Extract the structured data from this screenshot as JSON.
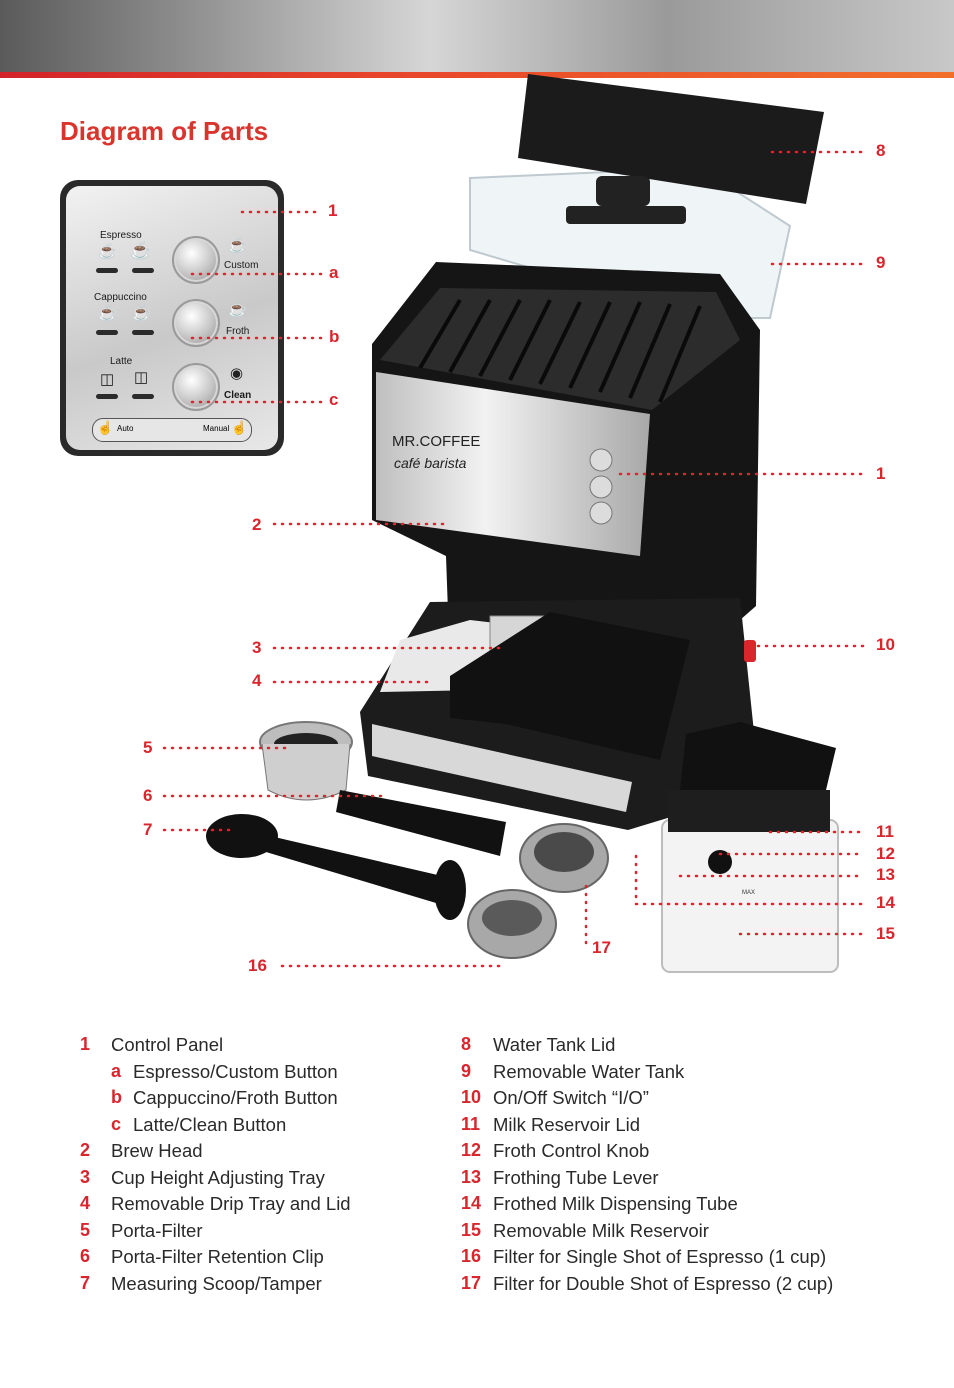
{
  "header": {
    "title": "Diagram of Parts"
  },
  "panel": {
    "brand": "MR.COFFEE",
    "brand_sub": "café barista",
    "row1_label": "Espresso",
    "row2_label": "Cappuccino",
    "row3_label": "Latte",
    "knob1_label": "Custom",
    "knob2_label": "Froth",
    "knob3_label": "Clean",
    "auto_label": "Auto",
    "manual_label": "Manual"
  },
  "callouts": {
    "c1a": "1",
    "ca": "a",
    "cb": "b",
    "cc": "c",
    "c1b": "1",
    "c2": "2",
    "c3": "3",
    "c4": "4",
    "c5": "5",
    "c6": "6",
    "c7": "7",
    "c8": "8",
    "c9": "9",
    "c10": "10",
    "c11": "11",
    "c12": "12",
    "c13": "13",
    "c14": "14",
    "c15": "15",
    "c16": "16",
    "c17": "17"
  },
  "milk": {
    "max_label": "MAX"
  },
  "legend_left": [
    {
      "n": "1",
      "text": "Control Panel"
    },
    {
      "n": "a",
      "text": "Espresso/Custom Button"
    },
    {
      "n": "b",
      "text": "Cappuccino/Froth Button"
    },
    {
      "n": "c",
      "text": "Latte/Clean Button"
    },
    {
      "n": "2",
      "text": "Brew Head"
    },
    {
      "n": "3",
      "text": "Cup Height Adjusting Tray"
    },
    {
      "n": "4",
      "text": "Removable Drip Tray and Lid"
    },
    {
      "n": "5",
      "text": "Porta-Filter"
    },
    {
      "n": "6",
      "text": "Porta-Filter Retention Clip"
    },
    {
      "n": "7",
      "text": "Measuring Scoop/Tamper"
    }
  ],
  "legend_right": [
    {
      "n": "8",
      "text": "Water Tank Lid"
    },
    {
      "n": "9",
      "text": "Removable Water Tank"
    },
    {
      "n": "10",
      "text": "On/Off Switch “I/O”"
    },
    {
      "n": "11",
      "text": "Milk Reservoir Lid"
    },
    {
      "n": "12",
      "text": "Froth Control Knob"
    },
    {
      "n": "13",
      "text": "Frothing Tube Lever"
    },
    {
      "n": "14",
      "text": "Frothed Milk Dispensing Tube"
    },
    {
      "n": "15",
      "text": "Removable Milk Reservoir"
    },
    {
      "n": "16",
      "text": "Filter for Single Shot of Espresso (1 cup)"
    },
    {
      "n": "17",
      "text": "Filter for Double Shot of Espresso (2 cup)"
    }
  ]
}
